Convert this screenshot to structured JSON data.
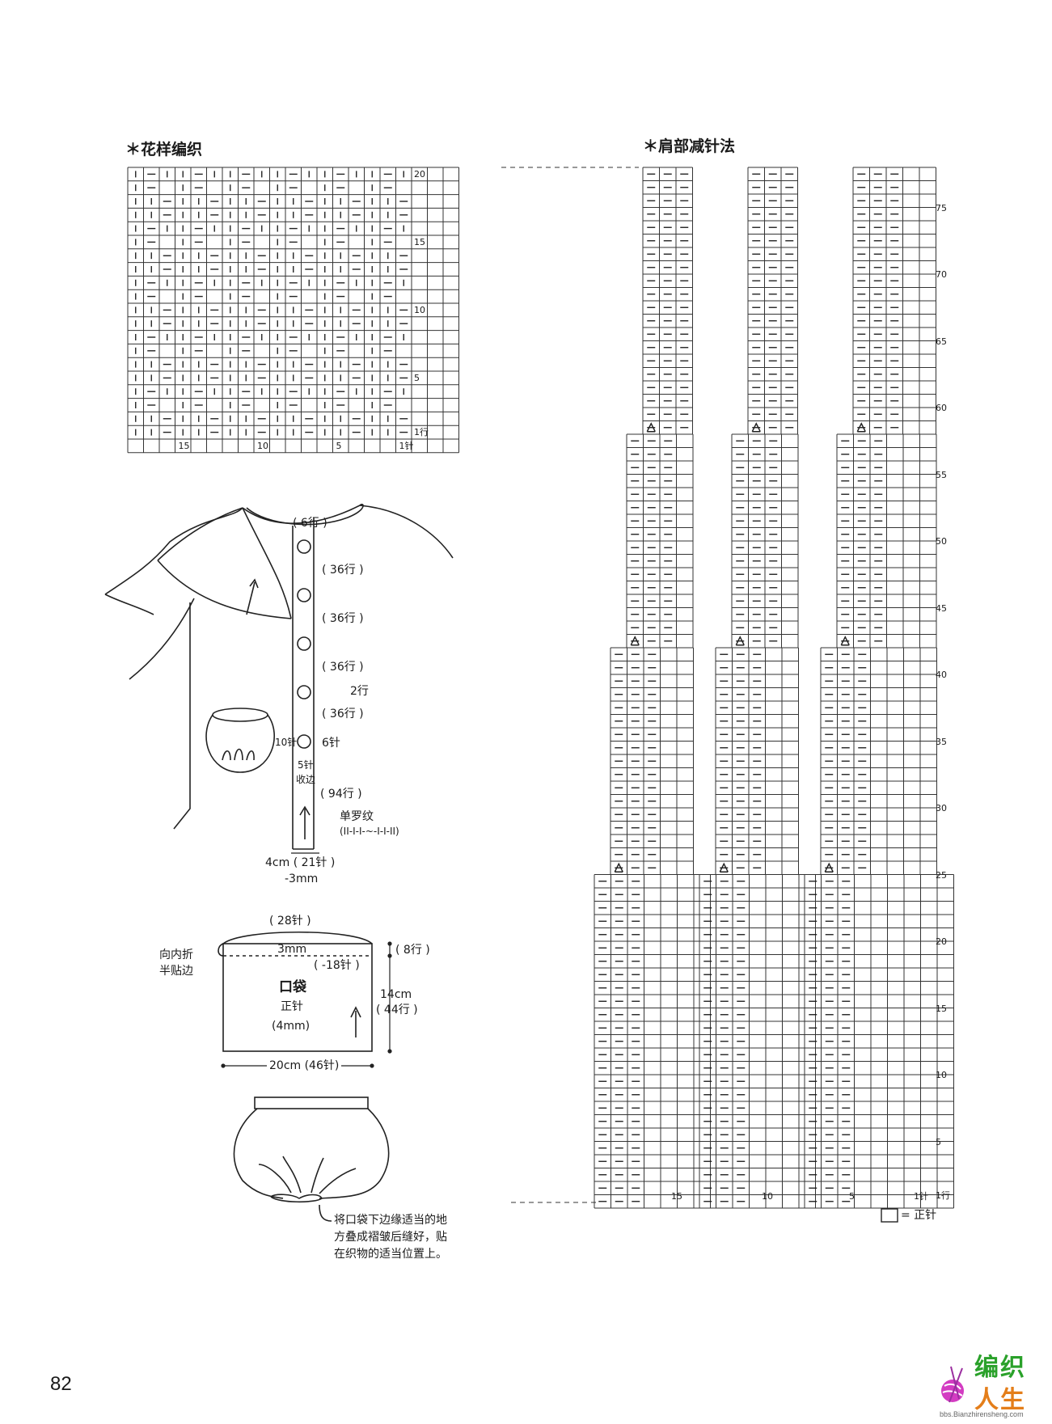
{
  "page_number": "82",
  "pattern_chart": {
    "title": "＊花样编织",
    "row_labels": [
      "20",
      "15",
      "10",
      "5",
      "1行"
    ],
    "col_labels": [
      "15",
      "10",
      "5",
      "1针"
    ]
  },
  "shoulder_chart": {
    "title": "＊肩部减针法",
    "row_labels": [
      "75",
      "70",
      "65",
      "60",
      "55",
      "50",
      "45",
      "40",
      "35",
      "30",
      "25",
      "20",
      "15",
      "10",
      "5",
      "1行"
    ],
    "col_labels": [
      "15",
      "10",
      "5",
      "1针"
    ],
    "legend": "= 正针"
  },
  "cardigan": {
    "labels": [
      "( 6行 )",
      "( 36行 )",
      "( 36行 )",
      "( 36行 )",
      "2行",
      "( 36行 )",
      "10针",
      "6针",
      "5针",
      "收边",
      "( 94行 )",
      "单罗纹",
      "(II-I-I-~-I-I-II)",
      "4cm ( 21针 )",
      "-3mm"
    ]
  },
  "pocket": {
    "top_width": "( 28针 )",
    "needle_top": "3mm",
    "decrease": "( -18针 )",
    "fold_note_1": "向内折",
    "fold_note_2": "半贴边",
    "name": "口袋",
    "stitch": "正针",
    "needle": "(4mm)",
    "rows_top": "( 8行 )",
    "height_cm": "14cm",
    "height_rows": "( 44行 )",
    "width": "20cm (46针)"
  },
  "pocket_note": [
    "将口袋下边缘适当的地",
    "方叠成褶皱后缝好，贴",
    "在织物的适当位置上。"
  ],
  "logo": {
    "line1": "编织",
    "line2": "人生",
    "url": "bbs.Bianzhirensheng.com"
  }
}
